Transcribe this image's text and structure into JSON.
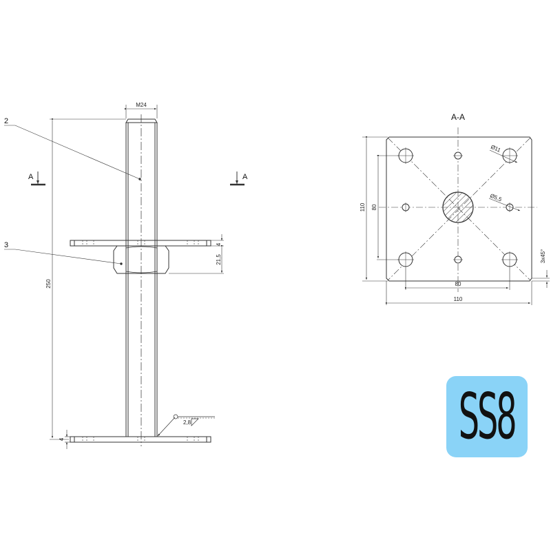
{
  "side_view": {
    "thread_label": "M24",
    "height_dim": "250",
    "plate_thickness_top": "4",
    "nut_height": "21,5",
    "plate_thickness_bottom": "4",
    "weld_size": "2,8",
    "callouts": [
      {
        "id": "2",
        "label": "2"
      },
      {
        "id": "3",
        "label": "3"
      }
    ],
    "section_markers": [
      {
        "side": "left",
        "label": "A"
      },
      {
        "side": "right",
        "label": "A"
      }
    ]
  },
  "section_view": {
    "title": "A-A",
    "plate_width": "110",
    "plate_height": "110",
    "hole_spacing_x": "80",
    "hole_spacing_y": "80",
    "large_hole_diameter": "Ø11",
    "small_hole_diameter": "Ø5,5",
    "chamfer": "3x45°"
  },
  "logo": {
    "text": "SS8",
    "background_color": "#8ad3f7"
  }
}
